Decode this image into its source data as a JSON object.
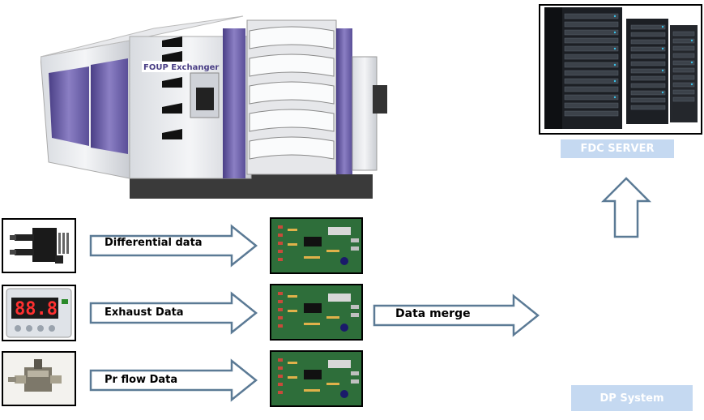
{
  "server": {
    "label": "FDC SERVER"
  },
  "system": {
    "label": "DP System"
  },
  "machine": {
    "brand": "FOUP Exchanger"
  },
  "flows": [
    {
      "label": "Differential data"
    },
    {
      "label": "Exhaust Data"
    },
    {
      "label": "Pr flow Data"
    }
  ],
  "merge": {
    "label": "Data merge"
  },
  "gauge": {
    "reading": "88.8"
  },
  "colors": {
    "arrow_stroke": "#5b7a95",
    "label_fill": "#c5d9f1",
    "machine_purple": "#6b5fa8"
  }
}
